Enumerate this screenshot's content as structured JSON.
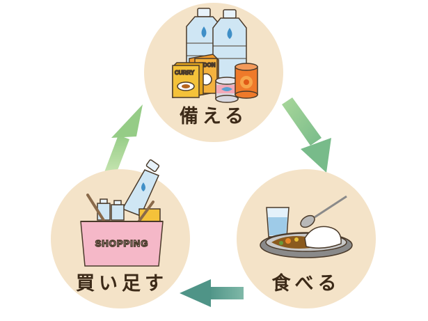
{
  "diagram": {
    "steps": [
      {
        "id": "prepare",
        "label": "備える"
      },
      {
        "id": "eat",
        "label": "食べる"
      },
      {
        "id": "restock",
        "label": "買い足す"
      }
    ],
    "flow": [
      "prepare",
      "eat",
      "restock",
      "prepare"
    ],
    "package_texts": {
      "basket": "SHOPPING",
      "curry_box": "CURRY",
      "udon_box": "UDON"
    }
  },
  "colors": {
    "circle_fill": "#f4e3c8",
    "arrow_green_light": "#b9dba0",
    "arrow_green_mid": "#8fc98a",
    "arrow_teal": "#5f9f93",
    "label_text": "#3c2a18",
    "bottle_blue": "#cfe6f4",
    "drop_blue": "#3f8fc7",
    "basket_pink": "#f5b8c8",
    "curry_yellow": "#f4c23a",
    "can_orange": "#ef7a2a"
  }
}
